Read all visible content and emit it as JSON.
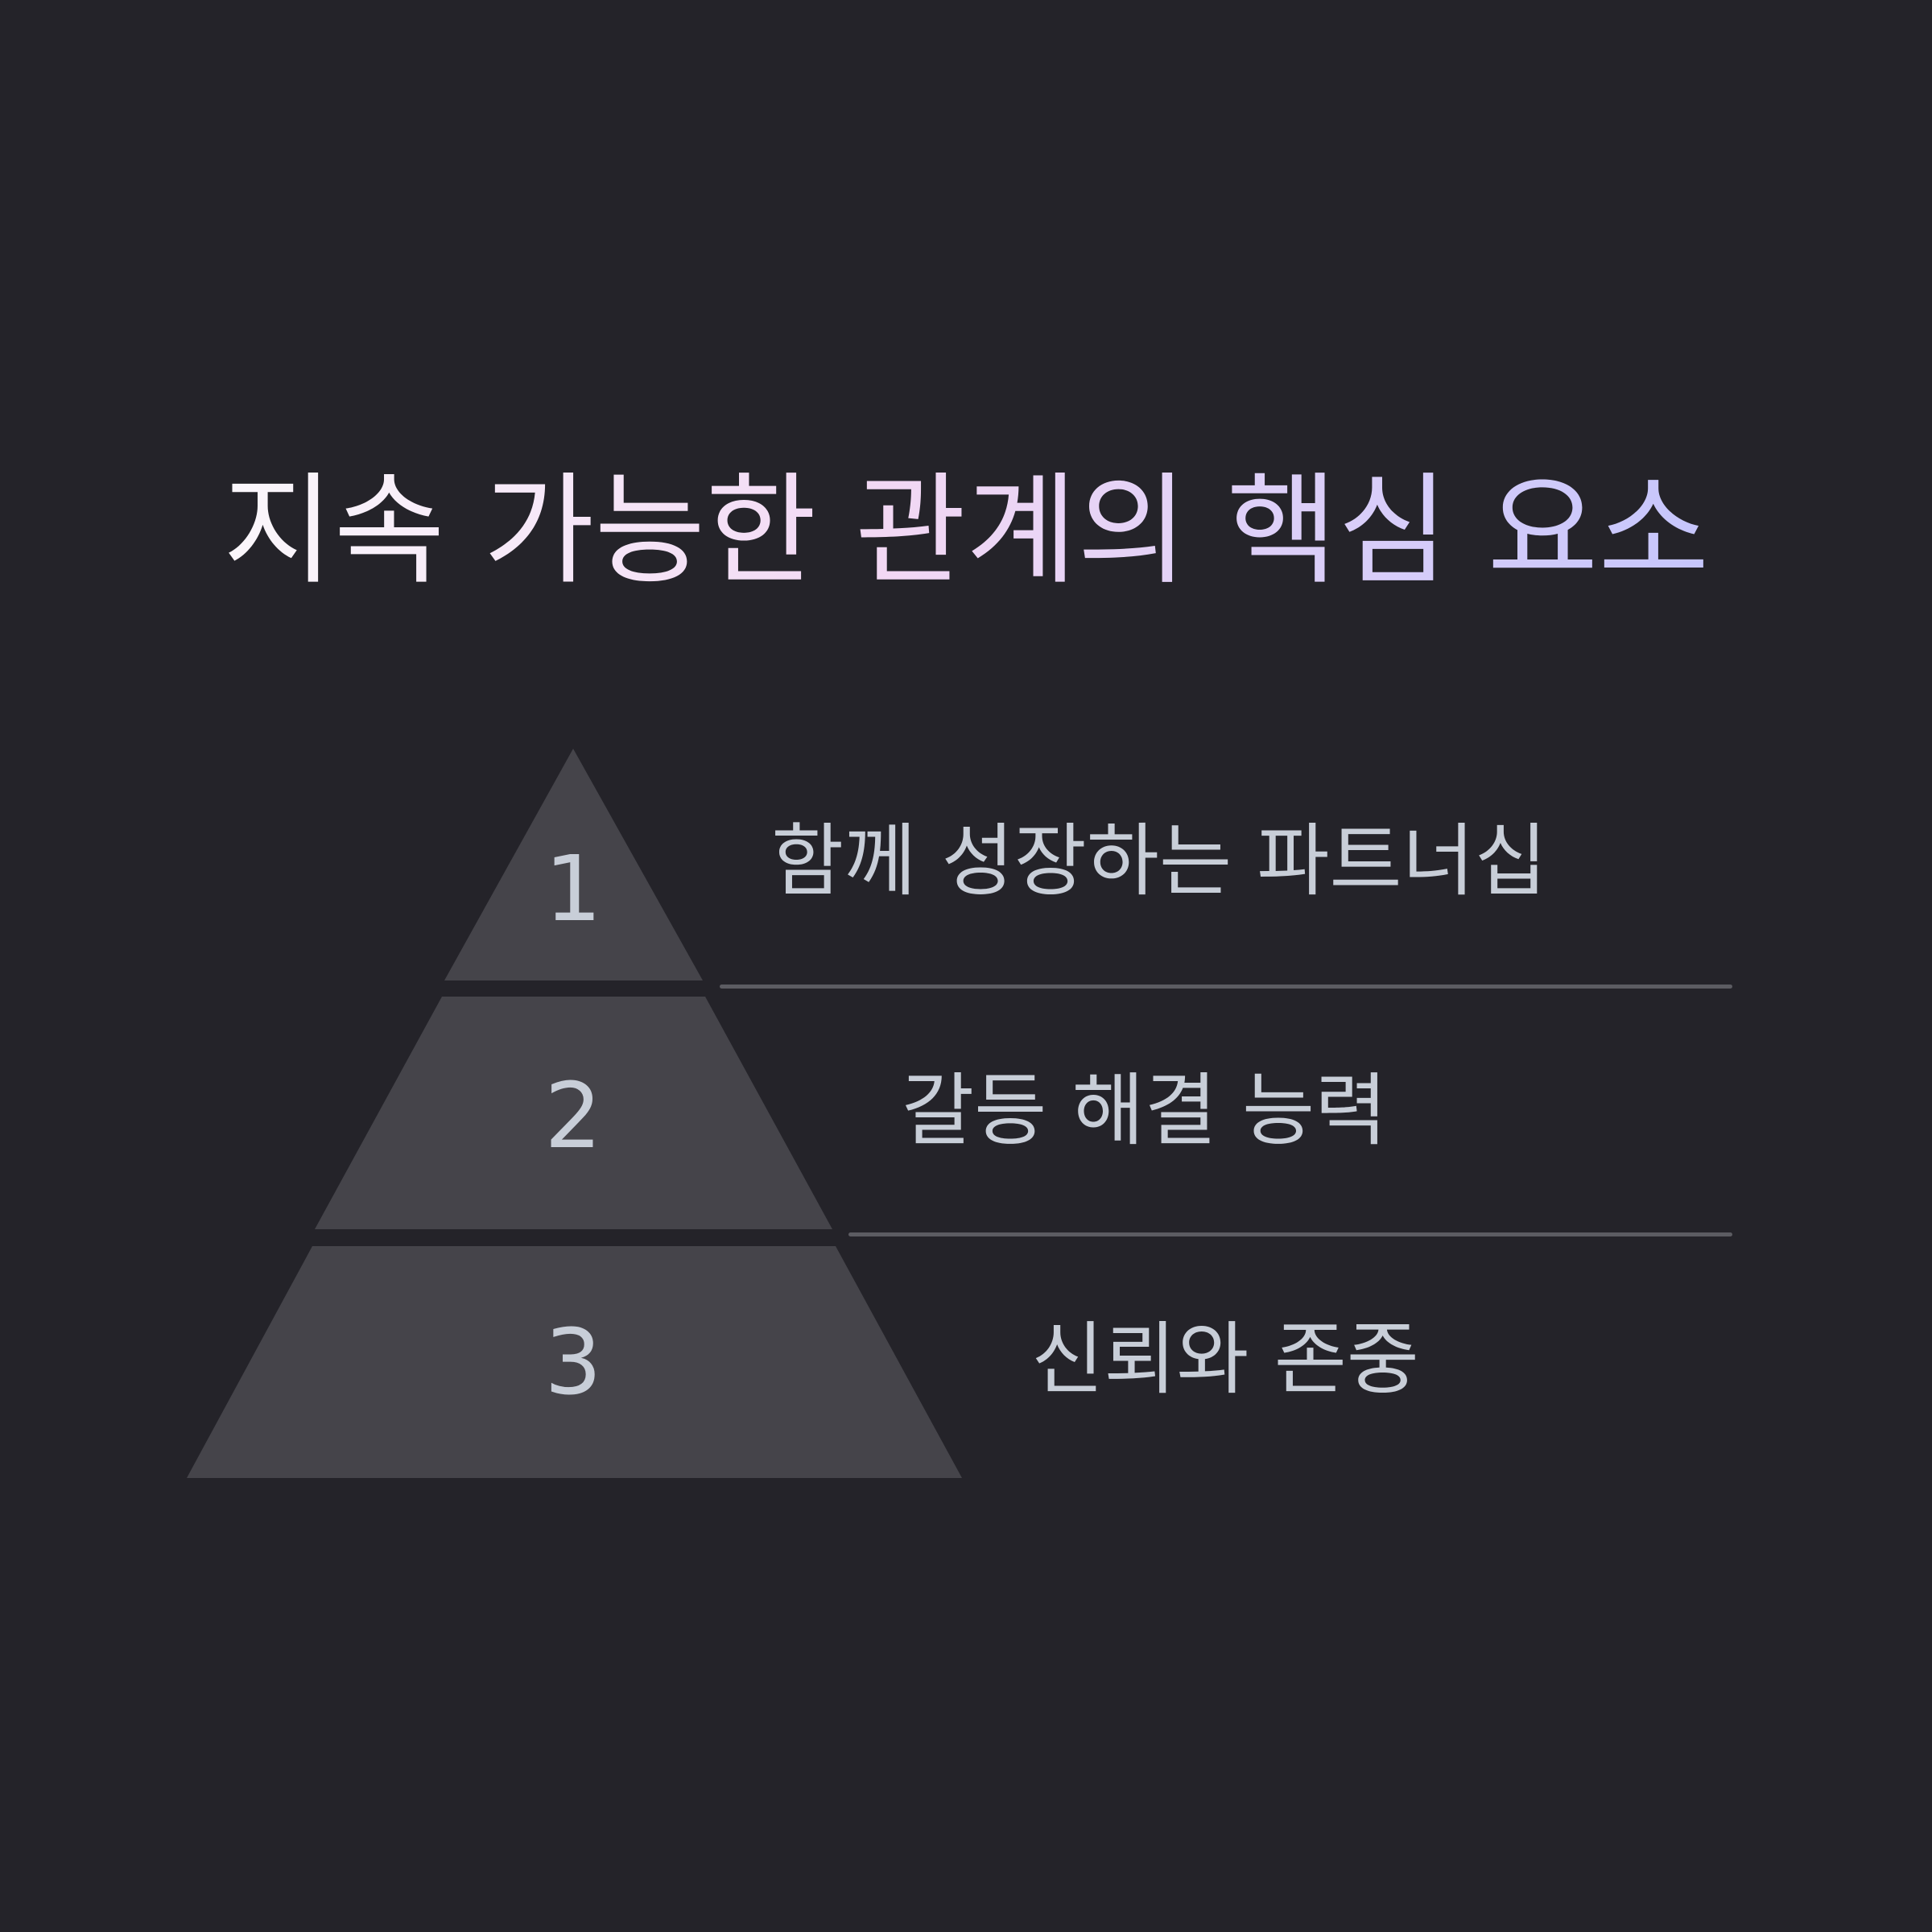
{
  "title": "지속 가능한 관계의 핵심 요소",
  "colors": {
    "background": "#242329",
    "tier_fill": "#45444a",
    "text": "#c8ced8",
    "divider": "#5c5c62",
    "title_gradient": [
      "#faf7fb",
      "#f2d8f4",
      "#c6c6fc"
    ]
  },
  "pyramid": {
    "levels": [
      {
        "number": "1",
        "label": "함께 성장하는 파트너십"
      },
      {
        "number": "2",
        "label": "갈등 해결 능력"
      },
      {
        "number": "3",
        "label": "신뢰와 존중"
      }
    ]
  }
}
